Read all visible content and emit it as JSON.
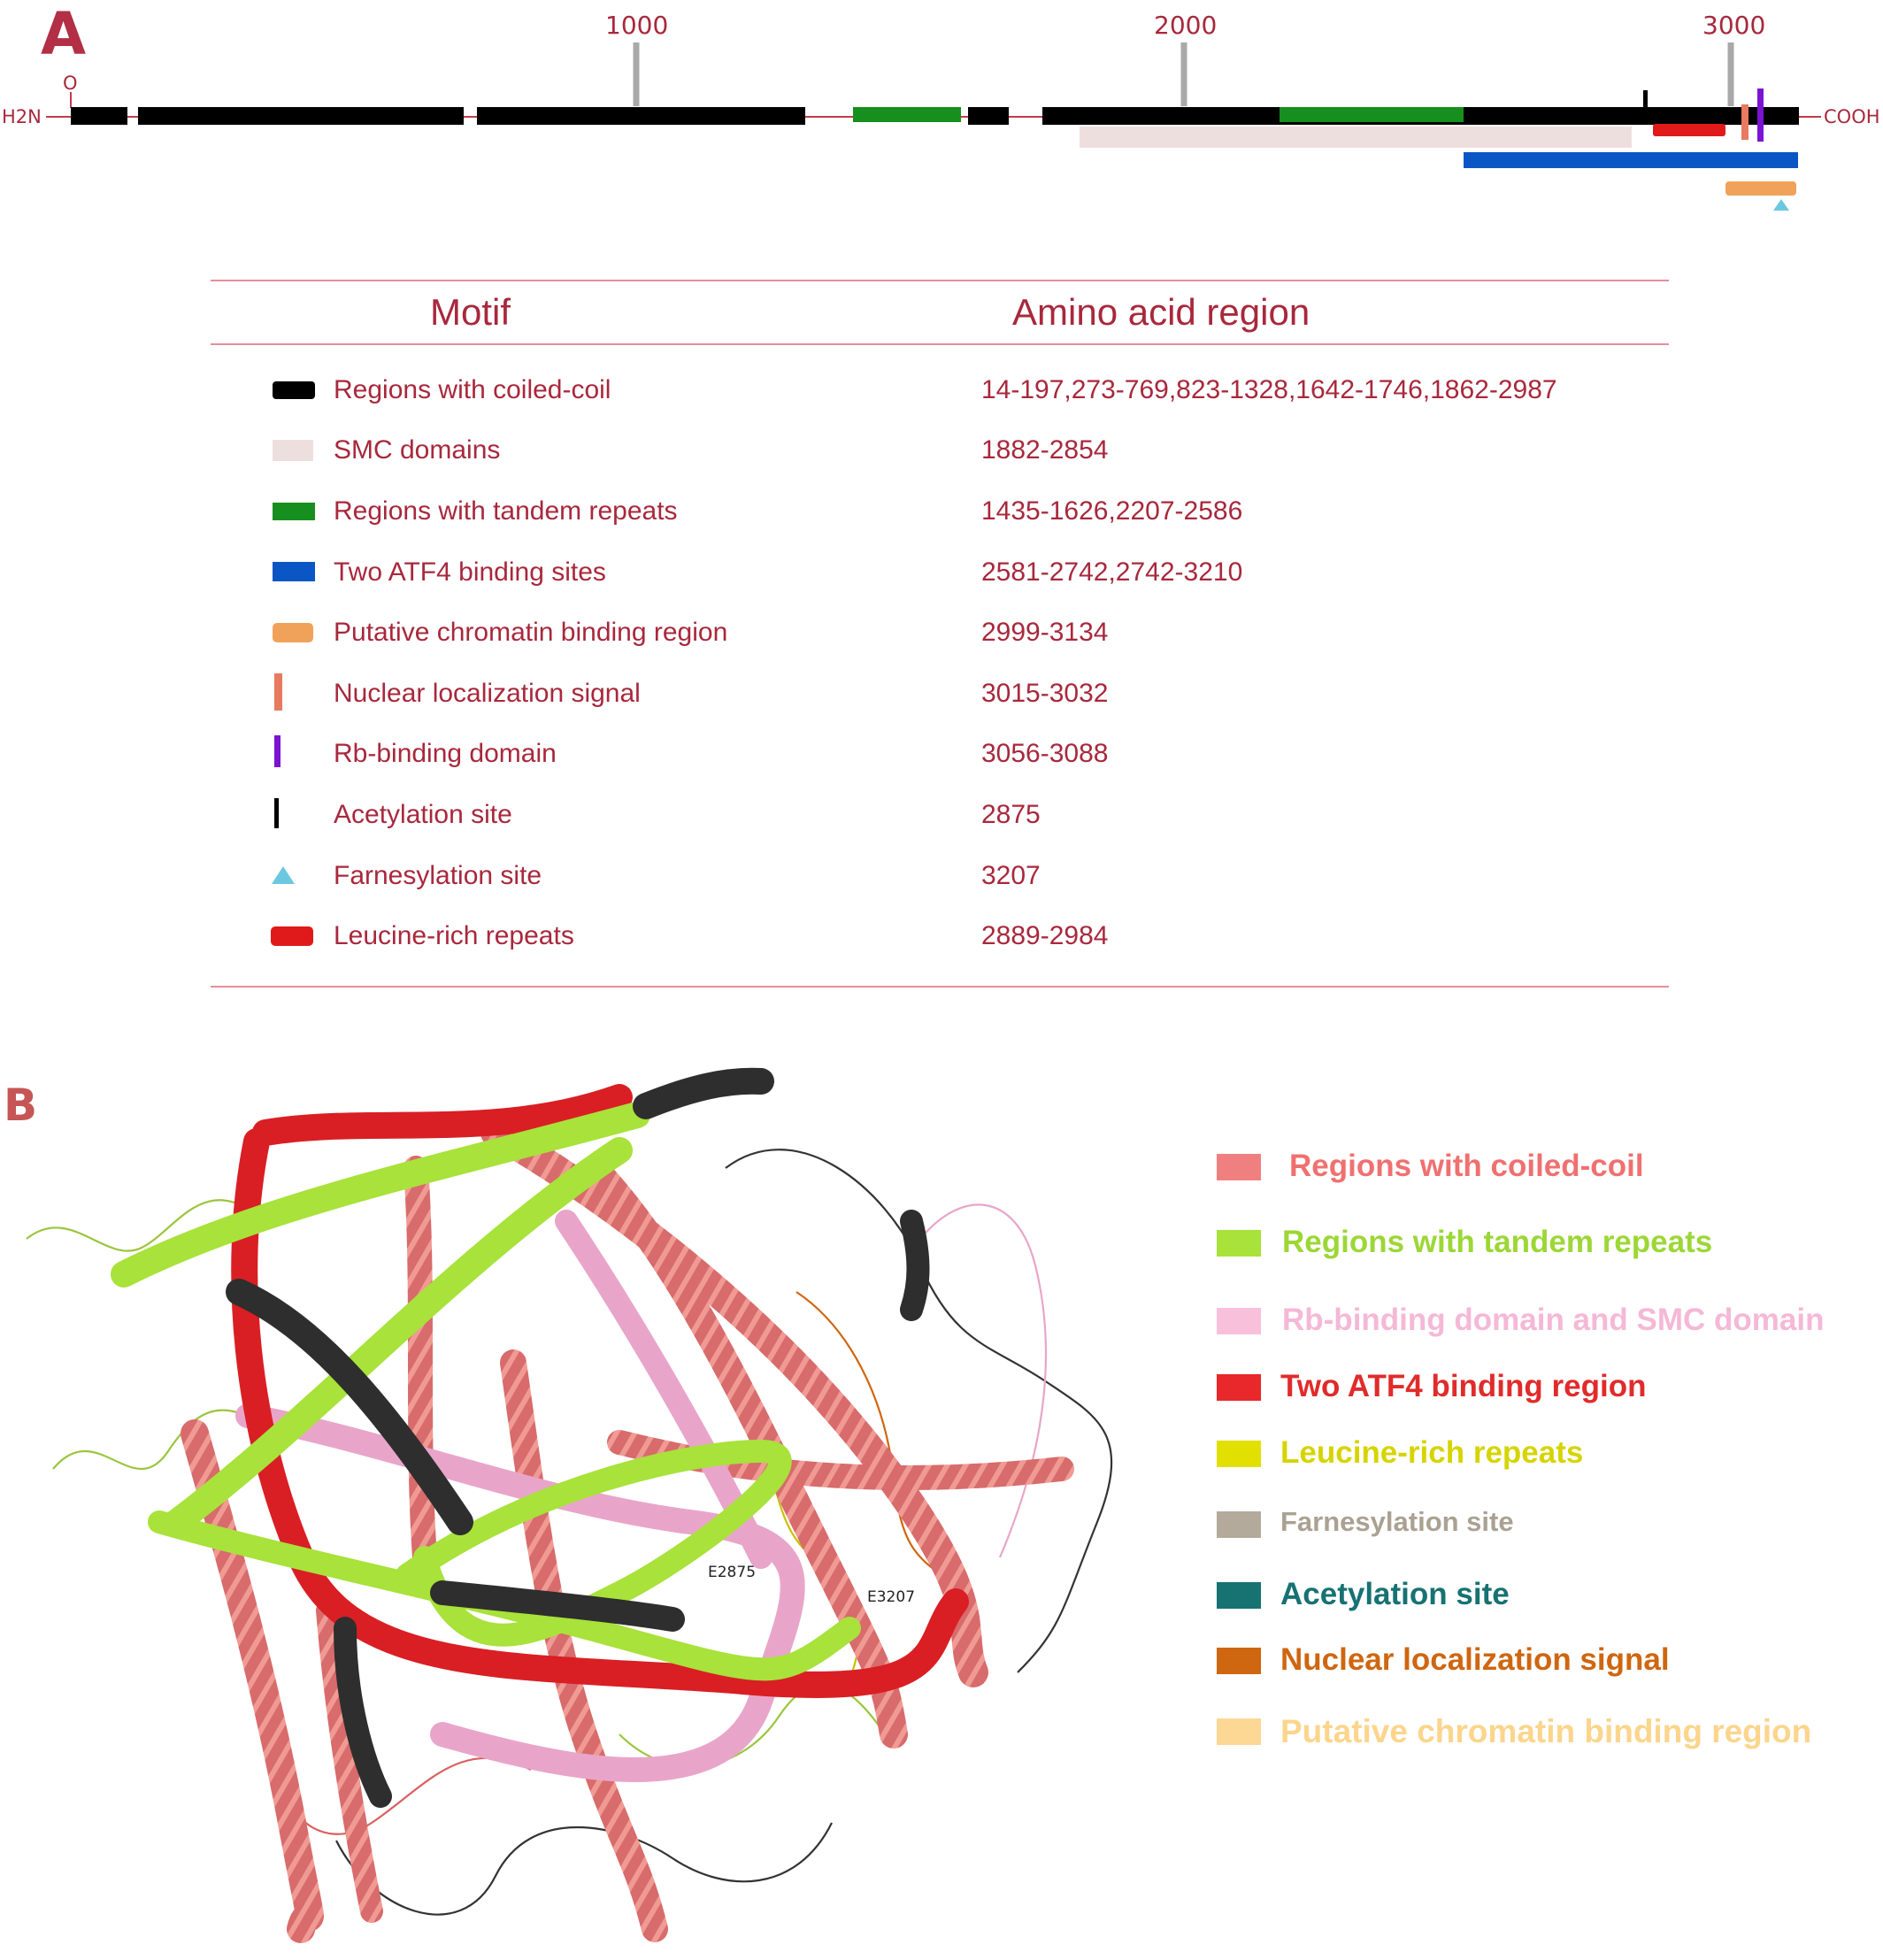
{
  "panel_a": {
    "label": "A",
    "n_terminus": "H2N",
    "c_terminus": "COOH",
    "start_marker": "O",
    "ticks": [
      "1000",
      "2000",
      "3000"
    ],
    "table_headers": {
      "motif": "Motif",
      "region": "Amino acid region"
    },
    "motifs": [
      {
        "label": "Regions with coiled-coil",
        "region": "14-197,273-769,823-1328,1642-1746,1862-2987",
        "color": "#000000"
      },
      {
        "label": "SMC domains",
        "region": "1882-2854",
        "color": "#eedfdf"
      },
      {
        "label": "Regions with tandem repeats",
        "region": "1435-1626,2207-2586",
        "color": "#168f1f"
      },
      {
        "label": "Two ATF4 binding sites",
        "region": "2581-2742,2742-3210",
        "color": "#0a56c4"
      },
      {
        "label": "Putative chromatin binding region",
        "region": "2999-3134",
        "color": "#f0a25a"
      },
      {
        "label": "Nuclear localization signal",
        "region": "3015-3032",
        "color": "#e87a5f"
      },
      {
        "label": "Rb-binding domain",
        "region": "3056-3088",
        "color": "#7a14d2"
      },
      {
        "label": "Acetylation site",
        "region": "2875",
        "color": "#000000"
      },
      {
        "label": "Farnesylation site",
        "region": "3207",
        "color": "#6cc8e0"
      },
      {
        "label": "Leucine-rich repeats",
        "region": "2889-2984",
        "color": "#e01a1a"
      }
    ]
  },
  "panel_b": {
    "label": "B",
    "residue_labels": [
      "E2875",
      "E3207"
    ],
    "legend": [
      {
        "label": "Regions with coiled-coil",
        "color": "#f08080"
      },
      {
        "label": "Regions with tandem repeats",
        "color": "#a8e23a"
      },
      {
        "label": "Rb-binding domain and SMC domain",
        "color": "#f9c0dc"
      },
      {
        "label": "Two ATF4 binding region",
        "color": "#e8282b"
      },
      {
        "label": "Leucine-rich repeats",
        "color": "#e2e000"
      },
      {
        "label": "Farnesylation site",
        "color": "#b3aa9b"
      },
      {
        "label": "Acetylation site",
        "color": "#177272"
      },
      {
        "label": "Nuclear localization signal",
        "color": "#cf6610"
      },
      {
        "label": "Putative chromatin binding region",
        "color": "#fcd894"
      }
    ]
  }
}
